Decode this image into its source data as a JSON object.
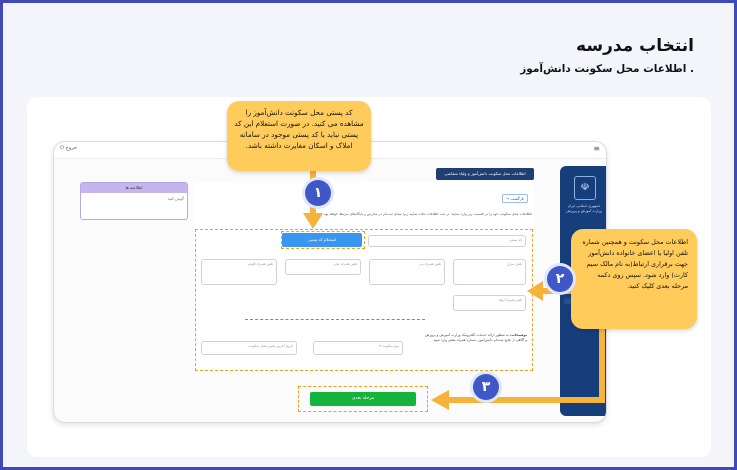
{
  "heading": {
    "title": "انتخاب مدرسه",
    "subtitle": ". اطلاعات محل سکونت دانش‌آموز"
  },
  "screen": {
    "topbar_left": "خروج",
    "topbar_menu_icon": "hamburger-icon",
    "tab_title": "اطلاعات محل سکونت دانش‌آموز و ولیاء متقاضی",
    "back_label": "بازگشت",
    "intro_text": "اطلاعات محل سکونت خود را در قسمت زیر وارد نمایید. در ثبت اطلاعات دقت نمایید زیرا مبنای ثبت‌نام در مدارس و پایگاه‌های مرتبط خواهد بود.",
    "notice_title": "اطلاعیه ها",
    "notice_body": "گوش کنید",
    "postal_label": "کد پستی",
    "inquiry_button": "استعلام کد پستی",
    "field_labels": [
      "تلفن منزل",
      "تلفن همراه پدر",
      "تلفن همراه مادر",
      "تلفن همراه اقوام",
      "تلفن همراه اولیا"
    ],
    "select_label": "نوع سکونت",
    "date_label": "تاریخ آخرین تغییر محل سکونت",
    "guide_title": "توضیحات:",
    "guide_text": "به منظور ارائه خدمات الکترونیک وزارت آموزش و پرورش و آگاهی از نتایج ثبت‌نام دانش‌آموز، شماره همراه معتبر وارد شود.",
    "next_button": "مرحله بعدی",
    "sidebar_text": "جمهوری اسلامی ایران وزارت آموزش و پرورش"
  },
  "annotations": {
    "tip1": "کد پستی محل سکونت دانش‌آموز را مشاهده می کنید. در صورت استعلام این کد پستی نباید با کد پستی موجود در سامانه املاک و اسکان مغایرت داشته باشد.",
    "tip2": "اطلاعات محل سکونت و همچنین شماره تلفن اولیا یا اعضای خانواده دانش‌آموز جهت برقراری ارتباط(به نام مالک سیم کارت) وارد شود. سپس روی دکمه مرحله بعدی کلیک کنید.",
    "step1": "۱",
    "step2": "۲",
    "step3": "۳"
  },
  "colors": {
    "frame": "#3f4ab8",
    "callout": "#ffcc5c",
    "arrow": "#f5b33a",
    "badge": "#4057c8",
    "next_button": "#14b33c",
    "inquiry_button": "#3a97f0",
    "sidebar": "#163e7a"
  }
}
